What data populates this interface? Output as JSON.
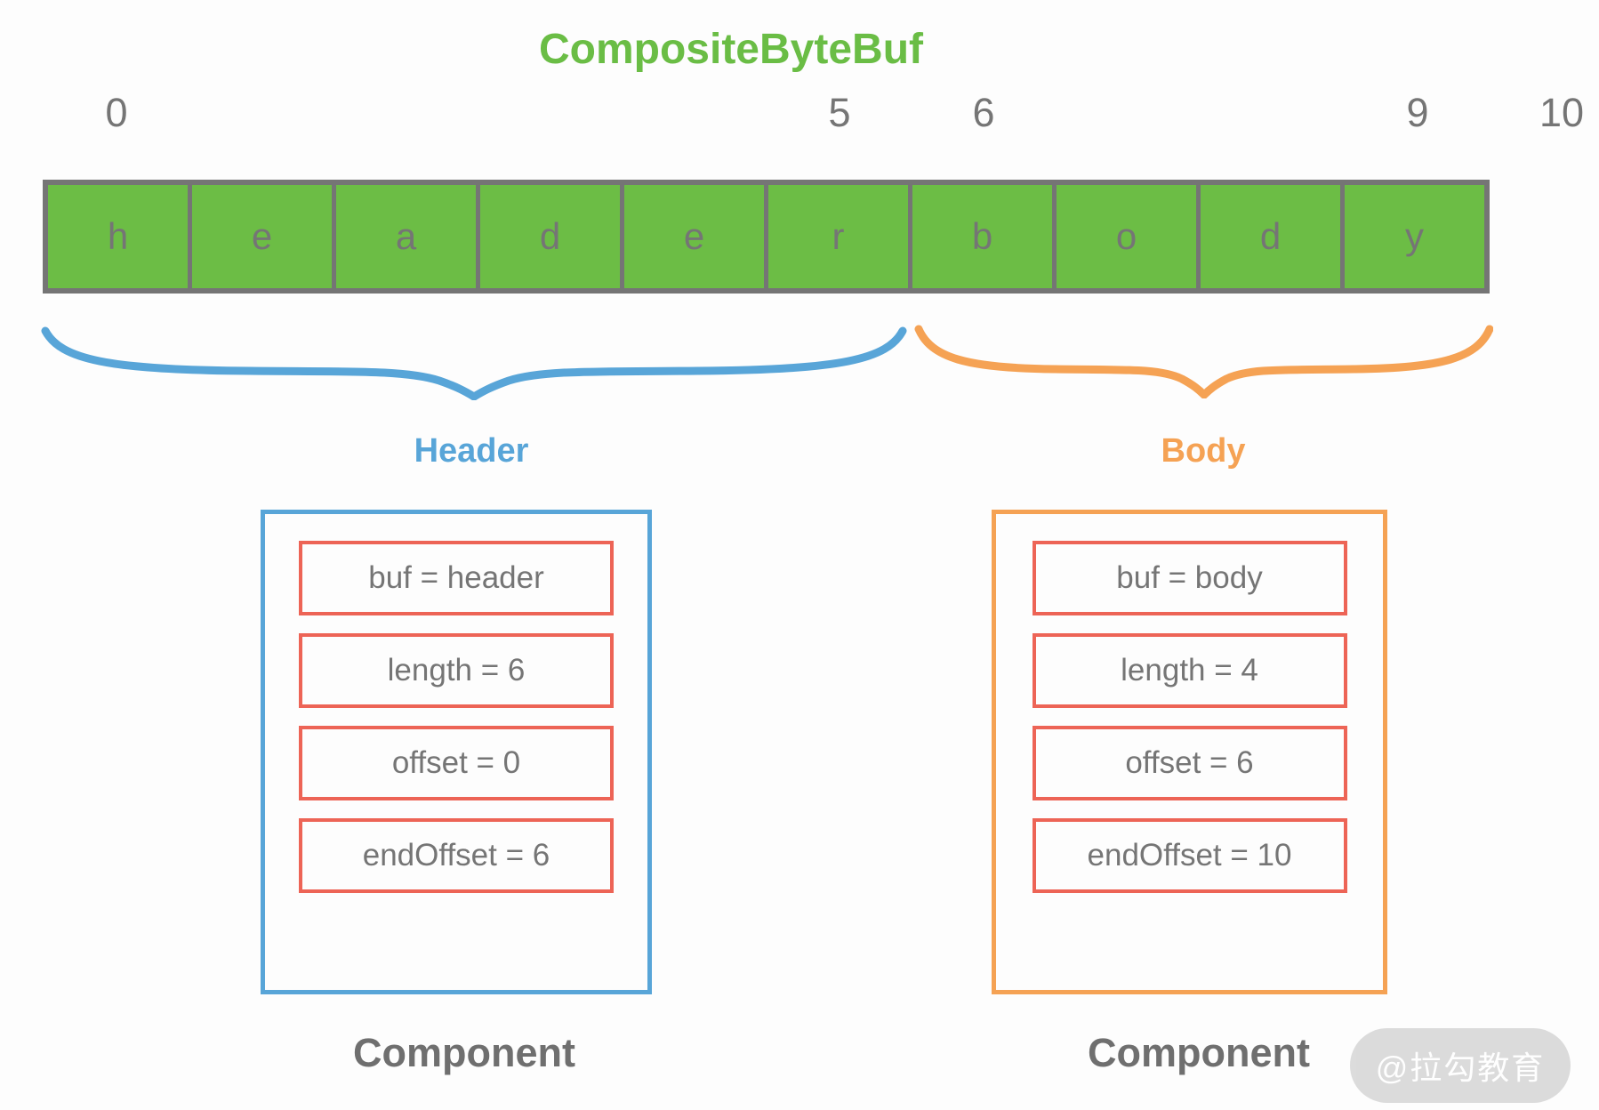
{
  "title": "CompositeByteBuf",
  "colors": {
    "green": "#6cbd45",
    "gray": "#757575",
    "blue": "#58a5d8",
    "orange": "#f5a254",
    "red": "#ed6456",
    "watermark_bg": "#d9d9d9",
    "watermark_text": "#ffffff"
  },
  "buffer": {
    "cells": [
      "h",
      "e",
      "a",
      "d",
      "e",
      "r",
      "b",
      "o",
      "d",
      "y"
    ],
    "index_labels": [
      "0",
      "5",
      "6",
      "9",
      "10"
    ]
  },
  "header_region": {
    "label": "Header",
    "component": {
      "caption": "Component",
      "fields": [
        "buf = header",
        "length = 6",
        "offset = 0",
        "endOffset = 6"
      ]
    }
  },
  "body_region": {
    "label": "Body",
    "component": {
      "caption": "Component",
      "fields": [
        "buf = body",
        "length = 4",
        "offset = 6",
        "endOffset = 10"
      ]
    }
  },
  "watermark": "@拉勾教育"
}
